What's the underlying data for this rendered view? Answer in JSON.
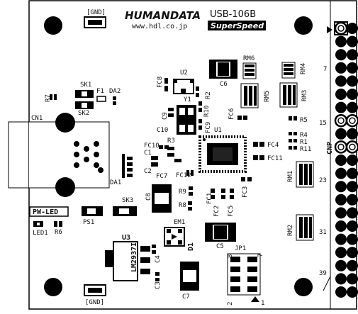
{
  "board": {
    "brand": "HUMANDATA",
    "url": "www.hdl.co.jp",
    "model": "USB-106B",
    "badge": "SuperSpeed",
    "gnd_top": "[GND]",
    "gnd_bottom": "[GND]",
    "pw_led": "PW-LED"
  },
  "labels": {
    "cn1": "CN1",
    "cnp": "CNP",
    "u1": "U1",
    "u2": "U2",
    "u3": "U3",
    "u3_part": "LM2937I",
    "y1": "Y1",
    "sk1": "SK1",
    "sk2": "SK2",
    "sk3": "SK3",
    "f1": "F1",
    "da1": "DA1",
    "da2": "DA2",
    "r1": "R1",
    "r2": "R2",
    "r3": "R3",
    "r4": "R4",
    "r5": "R5",
    "r6": "R6",
    "r7": "R7",
    "r8": "R8",
    "r9": "R9",
    "r10": "R10",
    "r11": "R11",
    "rm1": "RM1",
    "rm2": "RM2",
    "rm3": "RM3",
    "rm4": "RM4",
    "rm5": "RM5",
    "rm6": "RM6",
    "c1": "C1",
    "c2": "C2",
    "c3": "C3",
    "c4": "C4",
    "c5": "C5",
    "c6": "C6",
    "c7": "C7",
    "c8": "C8",
    "c9": "C9",
    "c10": "C10",
    "fc1": "FC1",
    "fc2": "FC2",
    "fc3": "FC3",
    "fc4": "FC4",
    "fc5": "FC5",
    "fc6": "FC6",
    "fc7": "FC7",
    "fc8": "FC8",
    "fc9": "FC9",
    "fc10": "FC10",
    "fc11": "FC11",
    "fc12": "FC12",
    "em1": "EM1",
    "d1": "D1",
    "ps1": "PS1",
    "led1": "LED1",
    "jp1": "JP1",
    "jp_8": "8",
    "jp_7": "7",
    "jp_2": "2",
    "jp_1": "1"
  },
  "header_pins": {
    "label_7": "7",
    "label_15": "15",
    "label_23": "23",
    "label_31": "31",
    "label_39": "39"
  }
}
